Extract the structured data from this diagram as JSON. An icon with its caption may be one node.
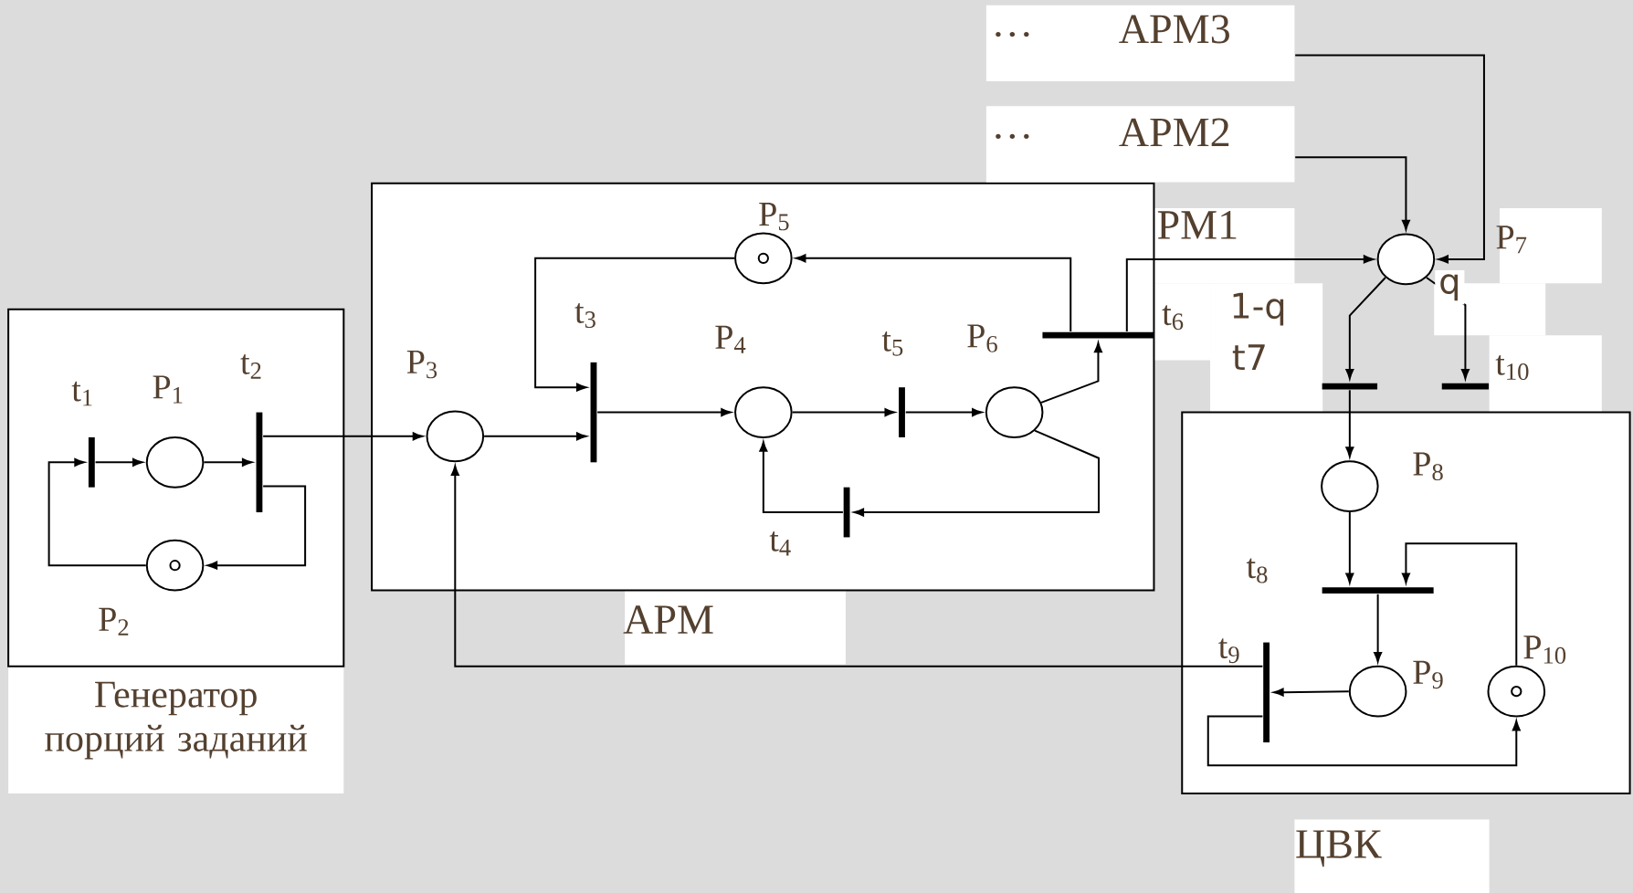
{
  "diagram": {
    "nodes": [
      {
        "text": [
          "Генератор порций заданий"
        ]
      },
      {
        "text": [
          "АРМ"
        ]
      },
      {
        "text": [
          "ЦВК"
        ]
      },
      {
        "text": [
          "…",
          "АРМ3"
        ]
      },
      {
        "text": [
          "…",
          "АРМ2"
        ]
      },
      {
        "text": [],
        "shape": "bar",
        "beside": [
          "t$_{1}$"
        ],
        "in": 0
      },
      {
        "text": [],
        "shape": "circle",
        "beside": [
          "P$_{1}$"
        ],
        "in": 0
      },
      {
        "text": [],
        "shape": "bar",
        "beside": [
          "t$_{2}$"
        ],
        "in": 0
      },
      {
        "text": [],
        "shape": "circle",
        "beside": [
          "P$_{2}$"
        ],
        "in": 0
      },
      {
        "text": [],
        "shape": "circle",
        "beside": [
          "P$_{3}$"
        ],
        "in": 1
      },
      {
        "text": [],
        "shape": "bar",
        "beside": [
          "t$_{3}$"
        ],
        "in": 1
      },
      {
        "text": [],
        "shape": "circle",
        "beside": [
          "P$_{5}$"
        ],
        "in": 1
      },
      {
        "text": [],
        "shape": "circle",
        "beside": [
          "P$_{4}$"
        ],
        "in": 1
      },
      {
        "text": [],
        "shape": "bar",
        "beside": [
          "t$_{5}$"
        ],
        "in": 1
      },
      {
        "text": [],
        "shape": "circle",
        "beside": [
          "P$_{6}$"
        ],
        "in": 1
      },
      {
        "text": [],
        "shape": "bar",
        "beside": [
          "t$_{4}$"
        ],
        "in": 1
      },
      {
        "text": [],
        "shape": "bar",
        "beside": [
          "t$_{6}$"
        ],
        "in": 1
      },
      {
        "text": [],
        "shape": "circle",
        "beside": [
          "P$_{7}$"
        ]
      },
      {
        "text": [],
        "shape": "bar",
        "beside": [
          "t7"
        ]
      },
      {
        "text": [],
        "shape": "bar",
        "beside": [
          "t$_{10}$"
        ]
      },
      {
        "text": [],
        "shape": "circle",
        "beside": [
          "P$_{8}$"
        ],
        "in": 2
      },
      {
        "text": [],
        "shape": "bar",
        "beside": [
          "t$_{8}$"
        ],
        "in": 2
      },
      {
        "text": [],
        "shape": "bar",
        "beside": [
          "t$_{9}$"
        ],
        "in": 2
      },
      {
        "text": [],
        "shape": "circle",
        "beside": [
          "P$_{9}$"
        ],
        "in": 2
      },
      {
        "text": [],
        "shape": "circle",
        "beside": [
          "P$_{10}$"
        ],
        "in": 2
      }
    ],
    "edges": [
      {
        "from": 8,
        "to": 5,
        "arrow": "to"
      },
      {
        "from": 5,
        "to": 6,
        "arrow": "to"
      },
      {
        "from": 6,
        "to": 7,
        "arrow": "to"
      },
      {
        "from": 7,
        "to": 8,
        "arrow": "to"
      },
      {
        "from": 7,
        "to": 9,
        "arrow": "to"
      },
      {
        "from": 9,
        "to": 10,
        "arrow": "to"
      },
      {
        "from": 11,
        "to": 10,
        "arrow": "to"
      },
      {
        "from": 10,
        "to": 12,
        "arrow": "to"
      },
      {
        "from": 12,
        "to": 13,
        "arrow": "to"
      },
      {
        "from": 13,
        "to": 14,
        "arrow": "to"
      },
      {
        "from": 14,
        "to": 16,
        "arrow": "to"
      },
      {
        "from": 14,
        "to": 15,
        "arrow": "to"
      },
      {
        "from": 15,
        "to": 12,
        "arrow": "to"
      },
      {
        "from": 16,
        "to": 11,
        "arrow": "to"
      },
      {
        "from": 16,
        "to": 17,
        "arrow": "to"
      },
      {
        "from": 3,
        "to": 17,
        "arrow": "to"
      },
      {
        "from": 4,
        "to": 17,
        "arrow": "to"
      },
      {
        "from": 17,
        "to": 18,
        "arrow": "to",
        "label": "1-q"
      },
      {
        "from": 17,
        "to": 19,
        "arrow": "to",
        "label": "q"
      },
      {
        "from": 18,
        "to": 20,
        "arrow": "to"
      },
      {
        "from": 20,
        "to": 21,
        "arrow": "to"
      },
      {
        "from": 24,
        "to": 21,
        "arrow": "to"
      },
      {
        "from": 21,
        "to": 23,
        "arrow": "to"
      },
      {
        "from": 23,
        "to": 22,
        "arrow": "to"
      },
      {
        "from": 22,
        "to": 24,
        "arrow": "to"
      },
      {
        "from": 22,
        "to": 9,
        "arrow": "to"
      }
    ],
    "labels": [
      "РМ1"
    ]
  }
}
